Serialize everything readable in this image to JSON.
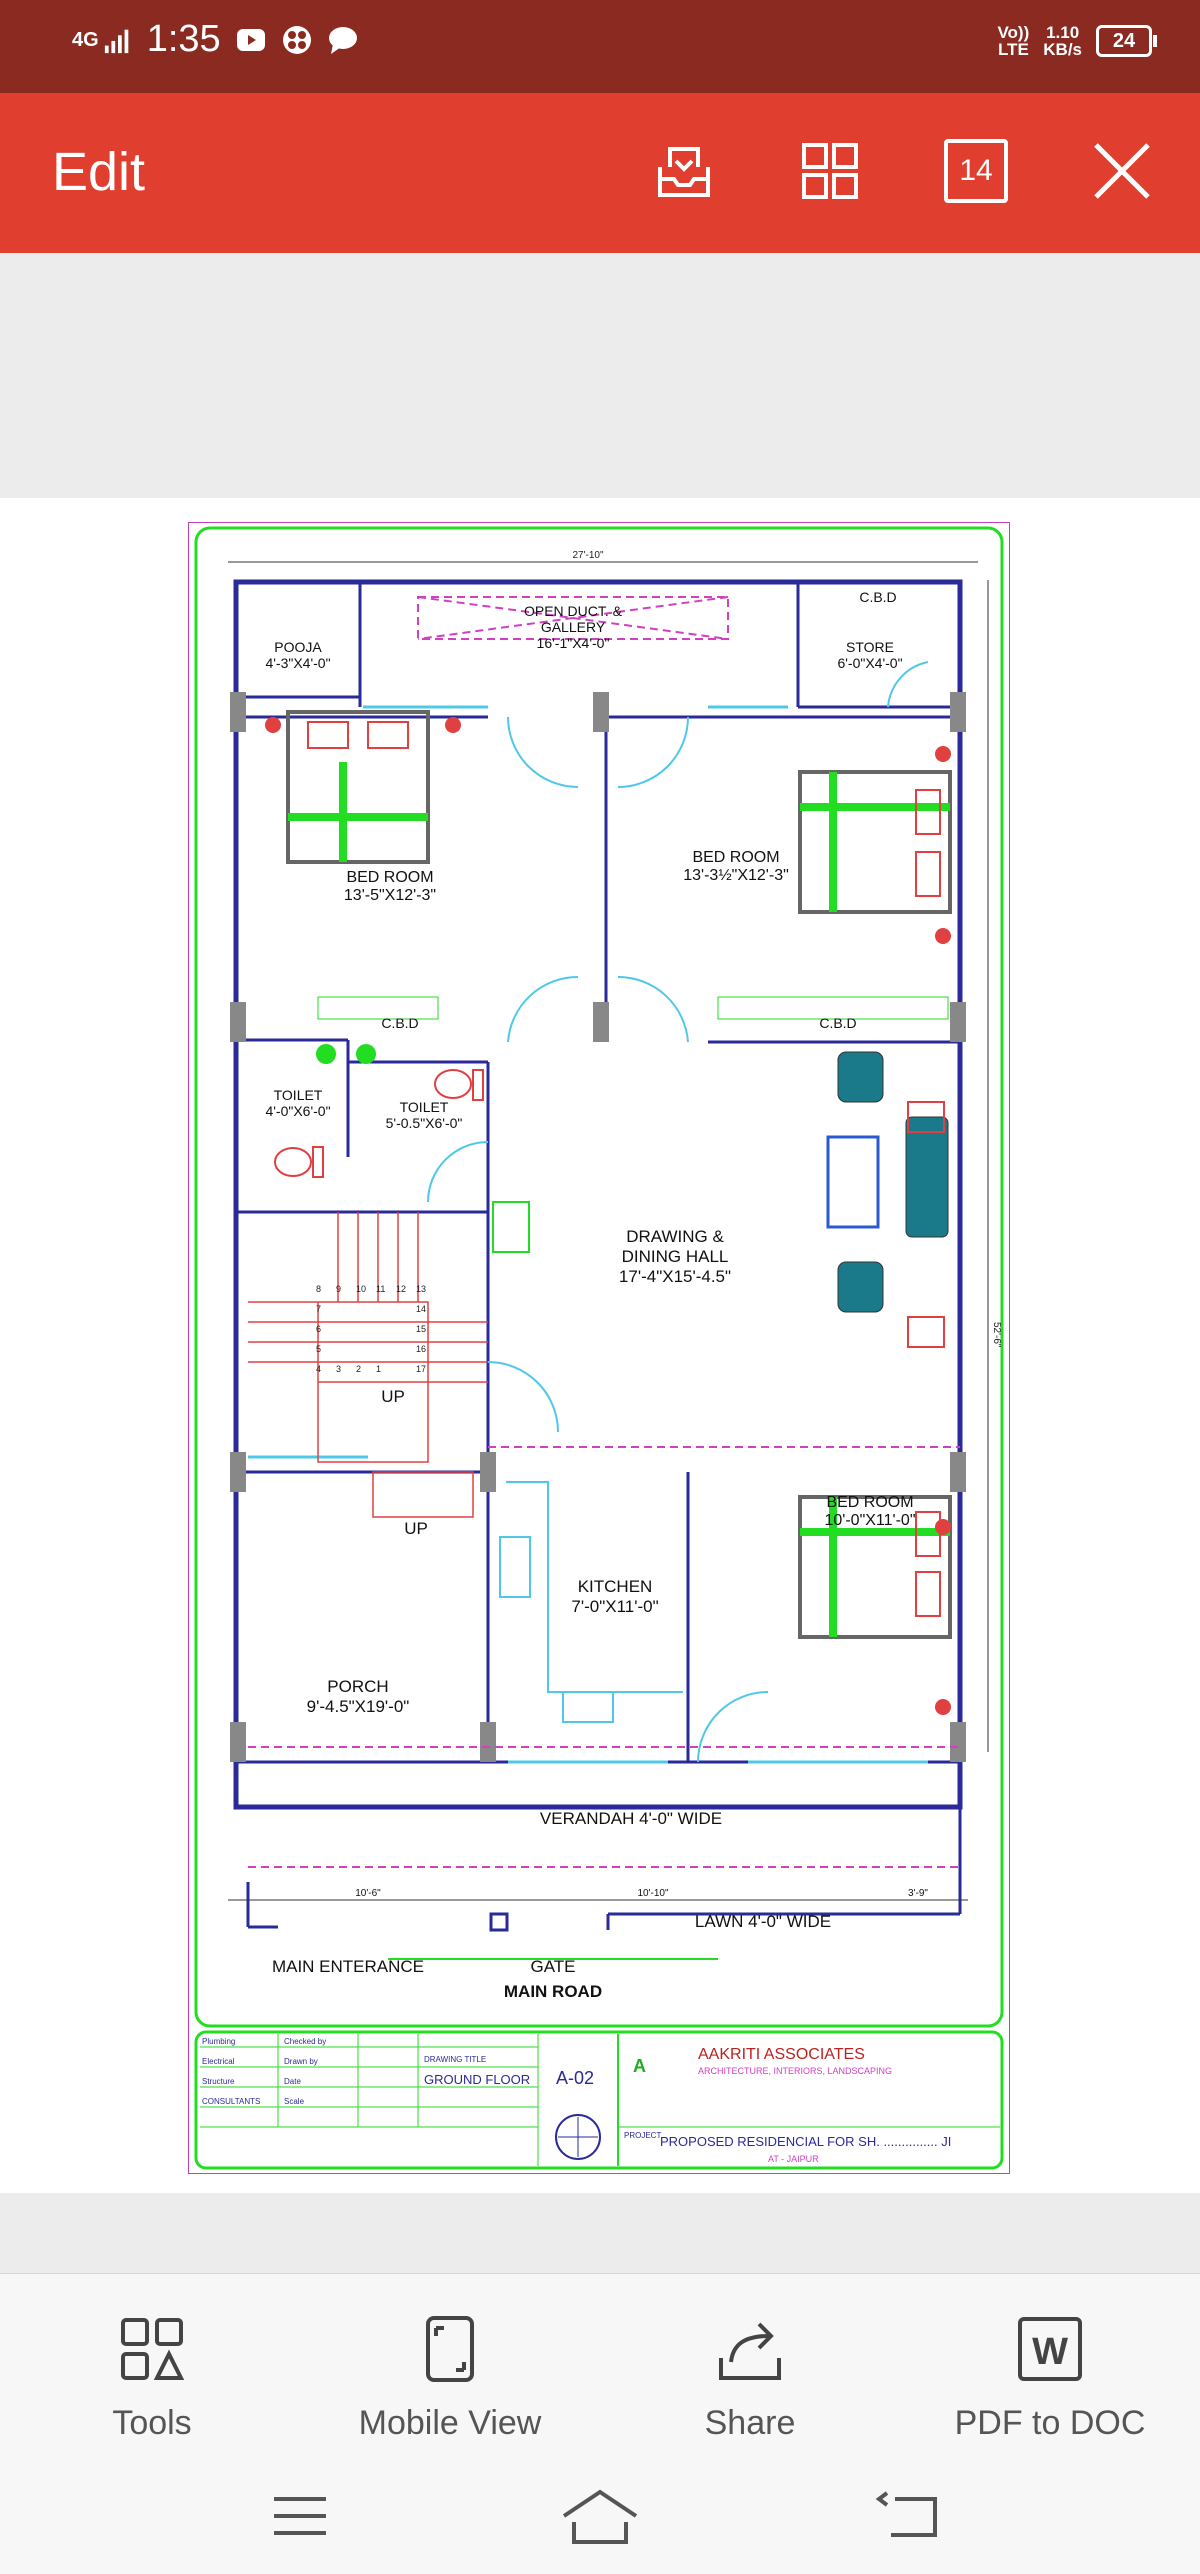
{
  "status_bar": {
    "network": "4G",
    "time": "1:35",
    "volte_top": "Vo))",
    "volte_bottom": "LTE",
    "speed_top": "1.10",
    "speed_bottom": "KB/s",
    "battery": "24"
  },
  "app_bar": {
    "title": "Edit",
    "page_number": "14"
  },
  "plan": {
    "overall_width": "27'-10\"",
    "overall_depth": "52'-6\"",
    "rooms": {
      "duct_title": "OPEN DUCT. &",
      "duct_sub": "GALLERY",
      "duct_size": "16'-1\"X4'-0\"",
      "cbd_top": "C.B.D",
      "store": "STORE",
      "store_size": "6'-0\"X4'-0\"",
      "pooja": "POOJA",
      "pooja_size": "4'-3\"X4'-0\"",
      "bed1": "BED ROOM",
      "bed1_size": "13'-5\"X12'-3\"",
      "bed2": "BED ROOM",
      "bed2_size": "13'-3½\"X12'-3\"",
      "cbd_left": "C.B.D",
      "cbd_right": "C.B.D",
      "toilet1": "TOILET",
      "toilet1_size": "4'-0\"X6'-0\"",
      "toilet2": "TOILET",
      "toilet2_size": "5'-0.5\"X6'-0\"",
      "drawing1": "DRAWING &",
      "drawing2": "DINING HALL",
      "drawing_size": "17'-4\"X15'-4.5\"",
      "up1": "UP",
      "up2": "UP",
      "kitchen": "KITCHEN",
      "kitchen_size": "7'-0\"X11'-0\"",
      "bed3": "BED ROOM",
      "bed3_size": "10'-0\"X11'-0\"",
      "porch": "PORCH",
      "porch_size": "9'-4.5\"X19'-0\"",
      "verandah": "VERANDAH 4'-0\" WIDE",
      "lawn": "LAWN 4'-0\" WIDE",
      "dim_left": "10'-6\"",
      "dim_mid": "10'-10\"",
      "dim_right": "3'-9\"",
      "main_entrance": "MAIN ENTERANCE",
      "gate": "GATE",
      "main_road": "MAIN ROAD"
    },
    "stairs": [
      "8",
      "9",
      "10",
      "11",
      "12",
      "13",
      "7",
      "14",
      "6",
      "15",
      "5",
      "16",
      "4",
      "3",
      "2",
      "1",
      "17"
    ]
  },
  "title_block": {
    "drawing_title_label": "DRAWING TITLE",
    "drawing_title": "GROUND FLOOR",
    "sheet_no": "A-02",
    "firm_name": "AAKRITI ASSOCIATES",
    "firm_tag": "ARCHITECTURE, INTERIORS, LANDSCAPING",
    "project_label": "PROJECT",
    "project": "PROPOSED RESIDENCIAL FOR SH. ............... JI",
    "location": "AT - JAIPUR",
    "rows": [
      "Plumbing",
      "Electrical",
      "Structure",
      "CONSULTANTS"
    ],
    "cols": [
      "Checked by",
      "Drawn by",
      "Date",
      "Scale"
    ]
  },
  "bottom_tools": [
    {
      "label": "Tools",
      "icon": "tools-icon"
    },
    {
      "label": "Mobile View",
      "icon": "mobile-view-icon"
    },
    {
      "label": "Share",
      "icon": "share-icon"
    },
    {
      "label": "PDF to DOC",
      "icon": "pdf-to-doc-icon"
    }
  ]
}
